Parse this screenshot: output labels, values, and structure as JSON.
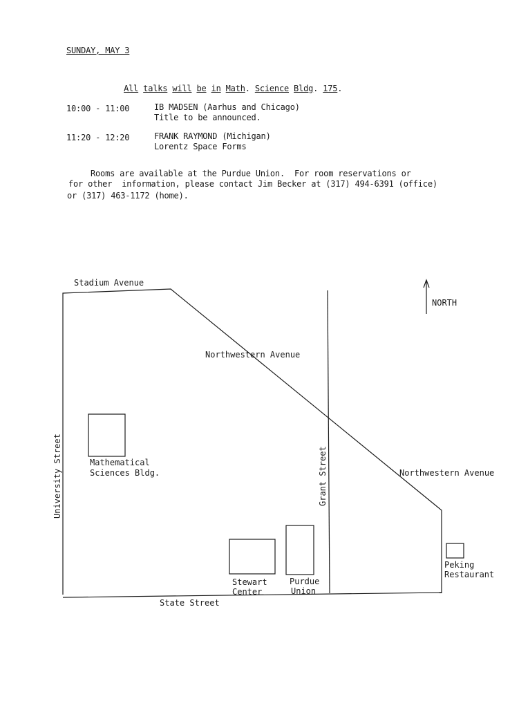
{
  "header": {
    "date": "SUNDAY, MAY 3",
    "location_note": {
      "words": [
        "All",
        "talks",
        "will",
        "be",
        "in",
        "Math",
        ".",
        "Science",
        "Bldg",
        ".",
        "175",
        "."
      ]
    }
  },
  "schedule": [
    {
      "time": "10:00 - 11:00",
      "speaker": "IB MADSEN (Aarhus and Chicago)",
      "title": "Title to be announced."
    },
    {
      "time": "11:20 - 12:20",
      "speaker": "FRANK RAYMOND (Michigan)",
      "title": "Lorentz Space Forms"
    }
  ],
  "info": {
    "line1": "Rooms are available at the Purdue Union.  For room reservations or",
    "line2": "for other  information, please contact Jim Becker at (317) 494-6391 (office)",
    "line3": "or (317) 463-1172 (home)."
  },
  "map": {
    "streets": {
      "stadium": "Stadium Avenue",
      "northwestern_1": "Northwestern Avenue",
      "northwestern_2": "Northwestern Avenue",
      "university": "University Street",
      "grant": "Grant Street",
      "state": "State Street"
    },
    "north_label": "NORTH",
    "buildings": {
      "math_line1": "Mathematical",
      "math_line2": "Sciences Bldg.",
      "stewart_line1": "Stewart",
      "stewart_line2": "Center",
      "union_line1": "Purdue",
      "union_line2": "Union",
      "peking_line1": "Peking",
      "peking_line2": "Restaurant"
    }
  }
}
